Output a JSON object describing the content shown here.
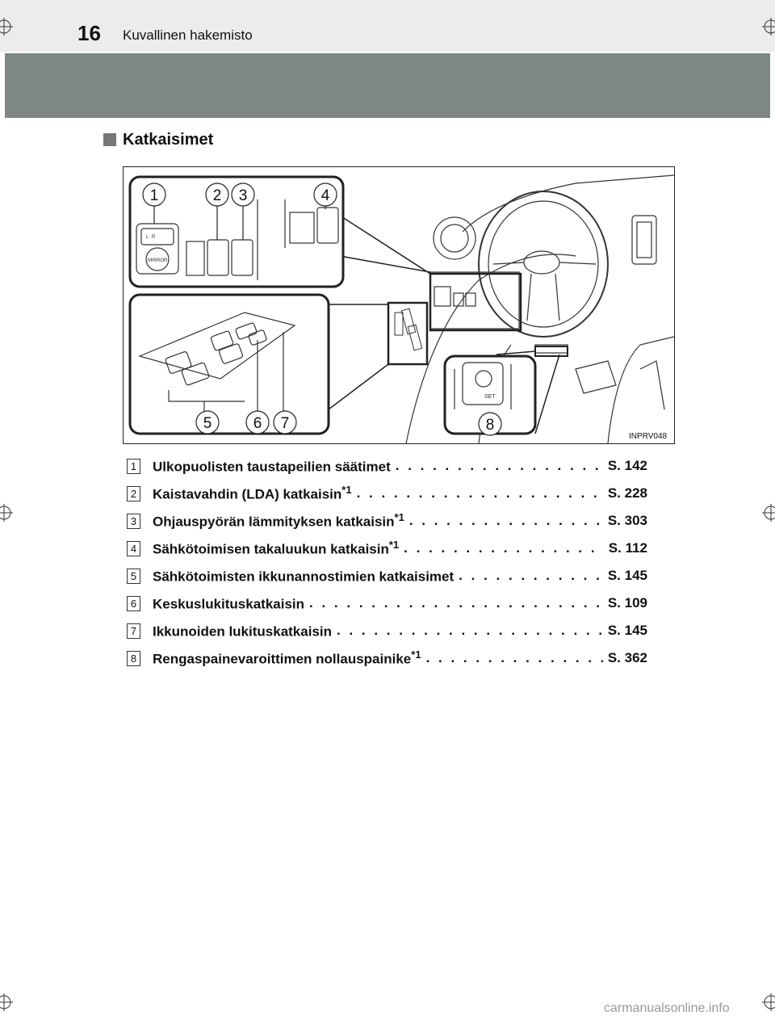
{
  "header": {
    "page_number": "16",
    "title": "Kuvallinen hakemisto"
  },
  "section": {
    "title": "Katkaisimet"
  },
  "figure": {
    "code": "INPRV048",
    "callouts": [
      "1",
      "2",
      "3",
      "4",
      "5",
      "6",
      "7",
      "8"
    ],
    "switch_labels": {
      "mirror": "MIRROR",
      "l": "L",
      "r": "R",
      "set": "SET"
    }
  },
  "items": [
    {
      "num": "1",
      "label": "Ulkopuolisten taustapeilien säätimet",
      "sup": "",
      "page": "S. 142"
    },
    {
      "num": "2",
      "label": "Kaistavahdin (LDA) katkaisin",
      "sup": "*1",
      "page": "S. 228"
    },
    {
      "num": "3",
      "label": "Ohjauspyörän lämmityksen katkaisin",
      "sup": "*1",
      "page": "S. 303"
    },
    {
      "num": "4",
      "label": "Sähkötoimisen takaluukun katkaisin",
      "sup": "*1",
      "page": "S. 112"
    },
    {
      "num": "5",
      "label": "Sähkötoimisten ikkunannostimien katkaisimet",
      "sup": "",
      "page": "S. 145"
    },
    {
      "num": "6",
      "label": "Keskuslukituskatkaisin",
      "sup": "",
      "page": "S. 109"
    },
    {
      "num": "7",
      "label": "Ikkunoiden lukituskatkaisin",
      "sup": "",
      "page": "S. 145"
    },
    {
      "num": "8",
      "label": "Rengaspainevaroittimen nollauspainike",
      "sup": "*1",
      "page": "S. 362"
    }
  ],
  "watermark": "carmanualsonline.info"
}
